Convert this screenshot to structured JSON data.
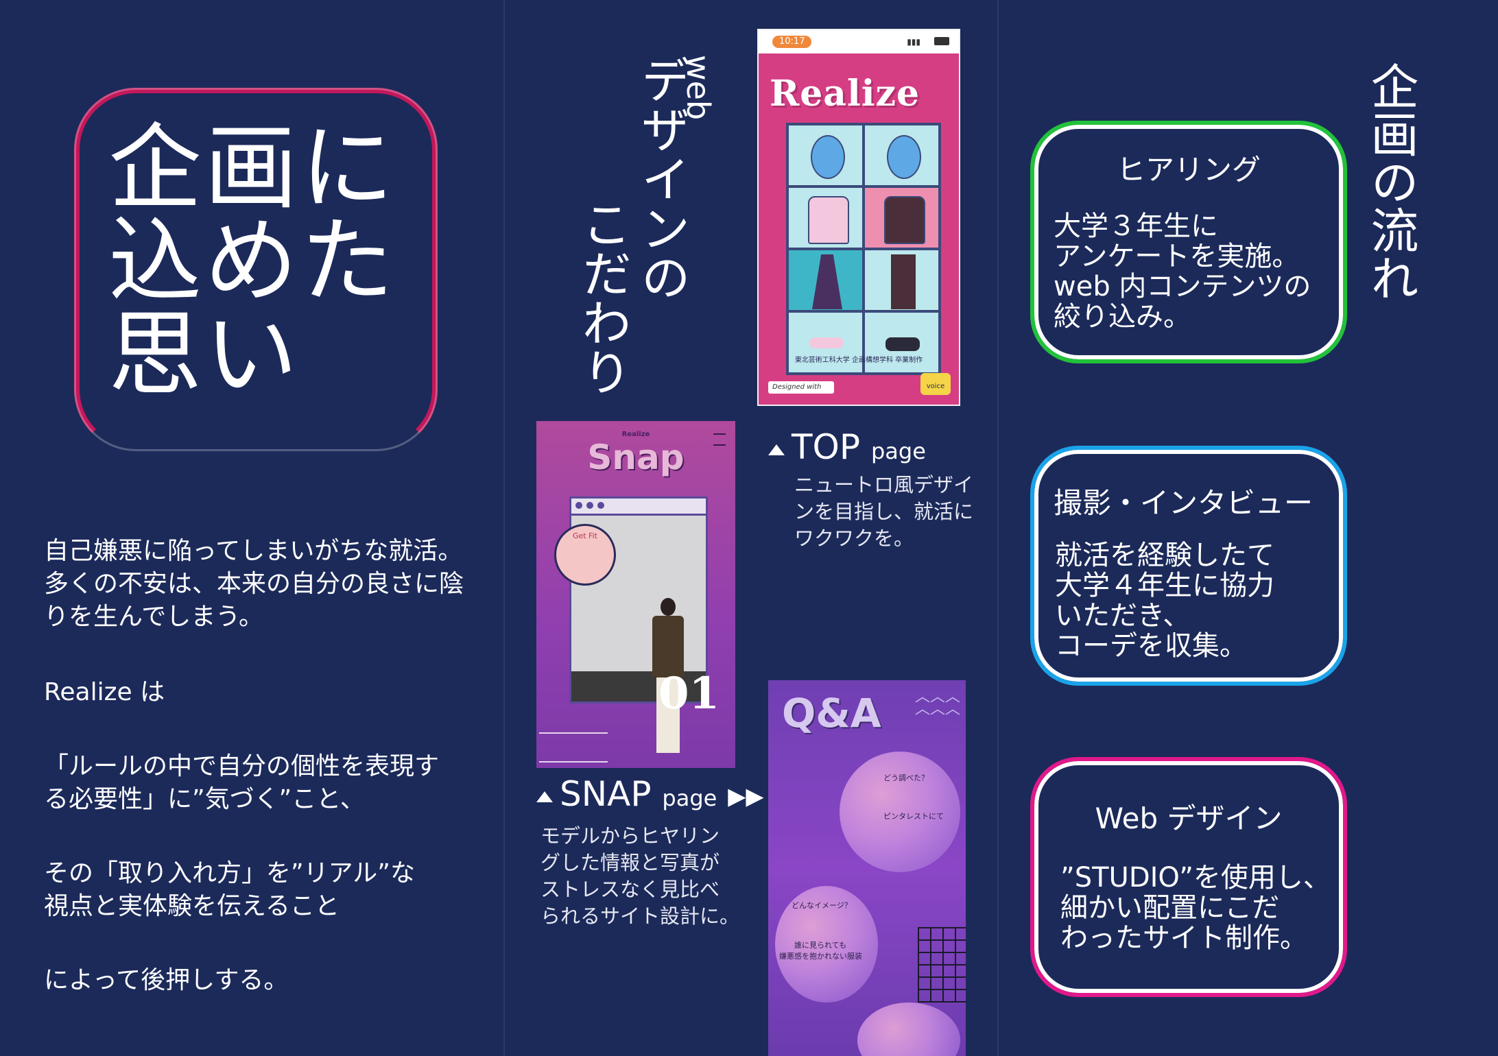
{
  "panel1": {
    "title_lines": [
      "企画に",
      "込めた",
      "思い"
    ],
    "intro_lines": [
      "自己嫌悪に陥ってしまいがちな就活。",
      "多くの不安は、本来の自分の良さに陰",
      "りを生んでしまう。"
    ],
    "realize_is": "Realize は",
    "point1_lines": [
      "「ルールの中で自分の個性を表現す",
      "る必要性」に”気づく”こと、"
    ],
    "point2_lines": [
      "その「取り入れ方」を”リアル”な",
      "視点と実体験を伝えること"
    ],
    "closing": "によって後押しする。",
    "frame_color": "#c2185b"
  },
  "panel2": {
    "heading_small": "web",
    "heading_lines": [
      "デザインの",
      "こだわり"
    ],
    "top_phone": {
      "time": "10:17",
      "logo": "Realize",
      "footer": "東北芸術工科大学 企画構想学科 卒業制作",
      "designed_with": "Designed with",
      "voice": "voice"
    },
    "top_caption": {
      "title": "TOP",
      "suffix": "page",
      "lines": [
        "ニュートロ風デザイ",
        "ンを目指し、就活に",
        "ワクワクを。"
      ]
    },
    "snap_phone": {
      "brand": "Realize",
      "logo": "Snap",
      "badge": "Get Fit",
      "number": "01"
    },
    "snap_caption": {
      "title": "SNAP",
      "suffix": "page",
      "lines": [
        "モデルからヒヤリン",
        "グした情報と写真が",
        "ストレスなく見比べ",
        "られるサイト設計に。"
      ]
    },
    "qa_phone": {
      "logo": "Q&A",
      "labels": [
        "どう調べた？",
        "ピンタレストにて",
        "どんなイメージ？",
        "誰に見られても",
        "嫌悪感を抱かれない服装"
      ]
    }
  },
  "panel3": {
    "heading": "企画の流れ",
    "steps": [
      {
        "title": "ヒアリング",
        "lines": [
          "大学３年生に",
          "アンケートを実施。",
          "web 内コンテンツの",
          "絞り込み。"
        ],
        "color": "#22c23a"
      },
      {
        "title": "撮影・インタビュー",
        "lines": [
          "就活を経験したて",
          "大学４年生に協力",
          "いただき、",
          "コーデを収集。"
        ],
        "color": "#1aa3e8"
      },
      {
        "title": "Web デザイン",
        "lines": [
          "”STUDIO”を使用し、",
          "細かい配置にこだ",
          "わったサイト制作。"
        ],
        "color": "#e0198a"
      }
    ]
  }
}
